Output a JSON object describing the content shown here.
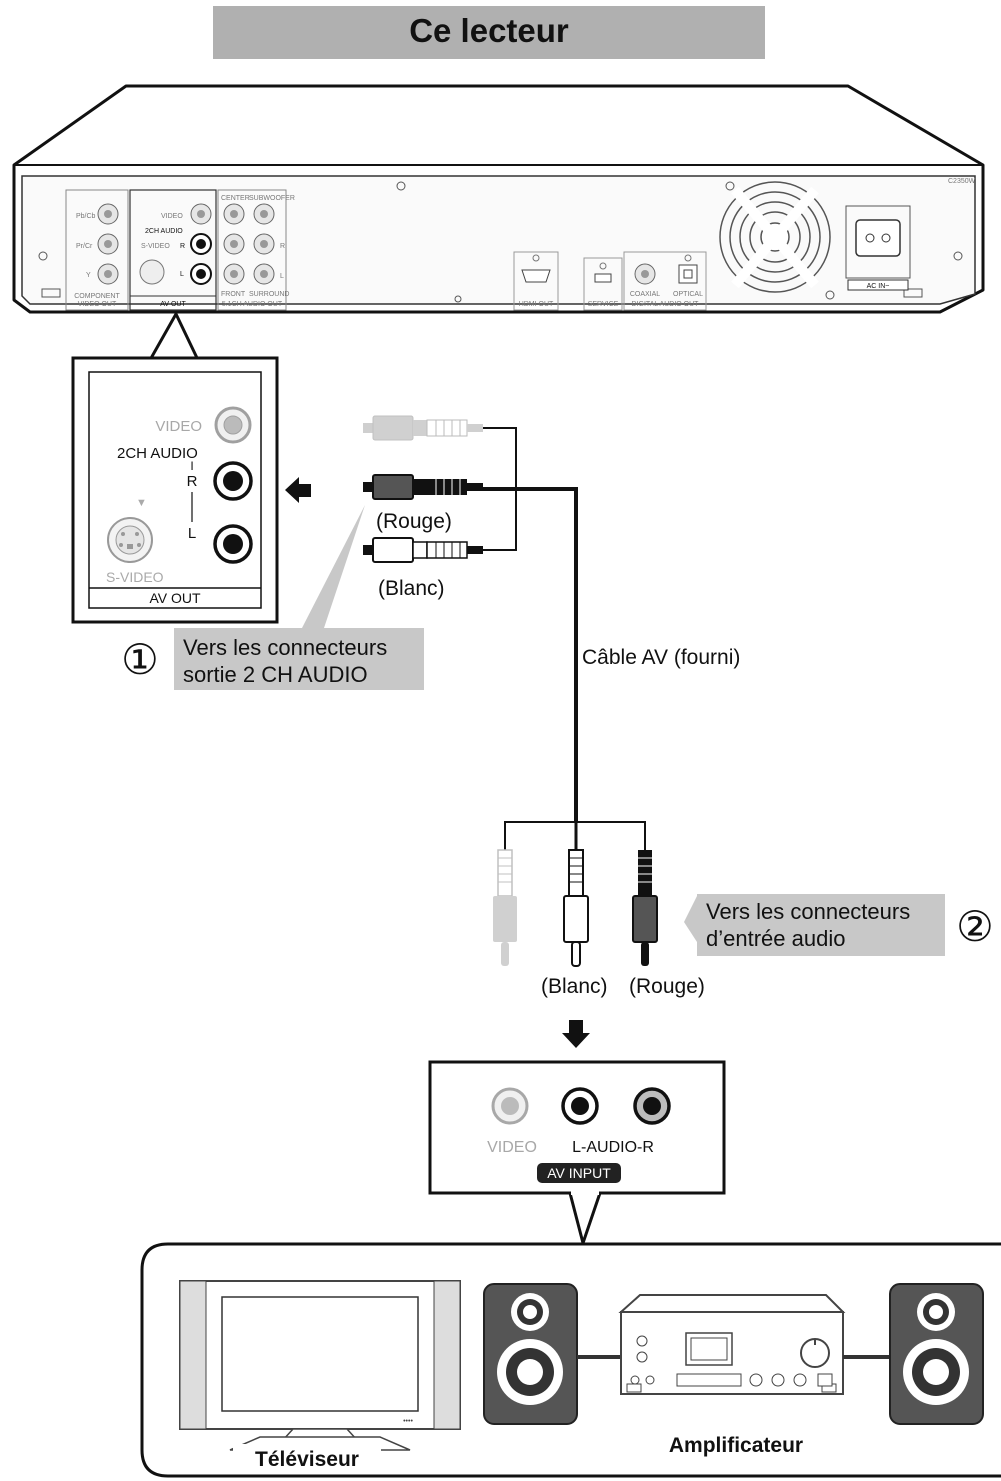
{
  "title": "Ce lecteur",
  "player_rear": {
    "component_labels": [
      "Pb/Cb",
      "Pr/Cr",
      "Y"
    ],
    "component_group_label": [
      "COMPONENT",
      "VIDEO OUT"
    ],
    "av_out_labels": [
      "VIDEO",
      "2CH AUDIO",
      "R",
      "S-VIDEO",
      "L"
    ],
    "av_out_group_label": "AV OUT",
    "surround_top_labels": [
      "CENTER",
      "SUBWOOFER"
    ],
    "surround_bottom_labels": [
      "FRONT",
      "SURROUND"
    ],
    "surround_side_labels": [
      "R",
      "L"
    ],
    "surround_group_label": "5.1CH AUDIO OUT",
    "hdmi_label": "HDMI OUT",
    "service_label": "SERVICE",
    "coaxial_label": "COAXIAL",
    "optical_label": "OPTICAL",
    "digital_group_label": "DIGITAL AUDIO OUT",
    "ac_label": "AC IN~",
    "model_code": "C2350W"
  },
  "zoom_panel": {
    "video": "VIDEO",
    "audio_2ch": "2CH AUDIO",
    "r": "R",
    "l": "L",
    "svideo": "S-VIDEO",
    "av_out": "AV OUT"
  },
  "cable": {
    "plug_top_red": "(Rouge)",
    "plug_top_white": "(Blanc)",
    "name": "Câble AV (fourni)",
    "plug_bottom_white": "(Blanc)",
    "plug_bottom_red": "(Rouge)"
  },
  "callout_1": {
    "number": "①",
    "line1": "Vers les connecteurs",
    "line2": "sortie 2 CH AUDIO"
  },
  "callout_2": {
    "number": "②",
    "line1": "Vers les connecteurs",
    "line2": "d’entrée audio"
  },
  "av_input": {
    "video": "VIDEO",
    "audio": "L-AUDIO-R",
    "group": "AV INPUT"
  },
  "devices": {
    "tv": "Téléviseur",
    "amp": "Amplificateur",
    "tv_brand": "••••"
  },
  "colors": {
    "red_plug": "#555555",
    "white_plug": "#ffffff",
    "video_plug": "#cccccc",
    "label_box": "#c8c8c8",
    "title_box": "#b0b0b0"
  }
}
